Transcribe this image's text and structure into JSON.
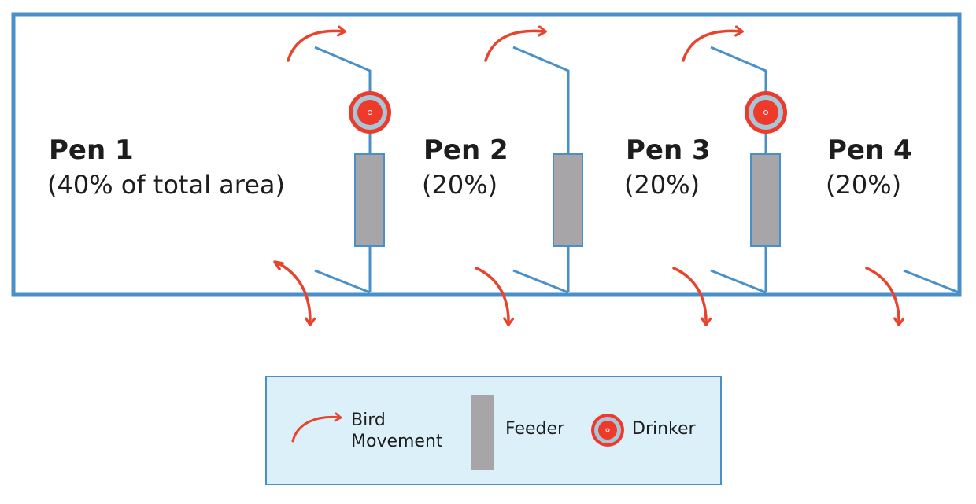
{
  "pens": [
    {
      "name": "Pen 1",
      "share": "(40% of total area)"
    },
    {
      "name": "Pen 2",
      "share": "(20%)"
    },
    {
      "name": "Pen 3",
      "share": "(20%)"
    },
    {
      "name": "Pen 4",
      "share": "(20%)"
    }
  ],
  "legend": {
    "bird_movement_line1": "Bird",
    "bird_movement_line2": "Movement",
    "feeder": "Feeder",
    "drinker": "Drinker"
  },
  "colors": {
    "wall": "#4a90c8",
    "arrow": "#e8432c",
    "feeder_fill": "#a7a5a8",
    "drinker_fill": "#ee3a2a",
    "legend_bg": "#dcf0fa"
  }
}
